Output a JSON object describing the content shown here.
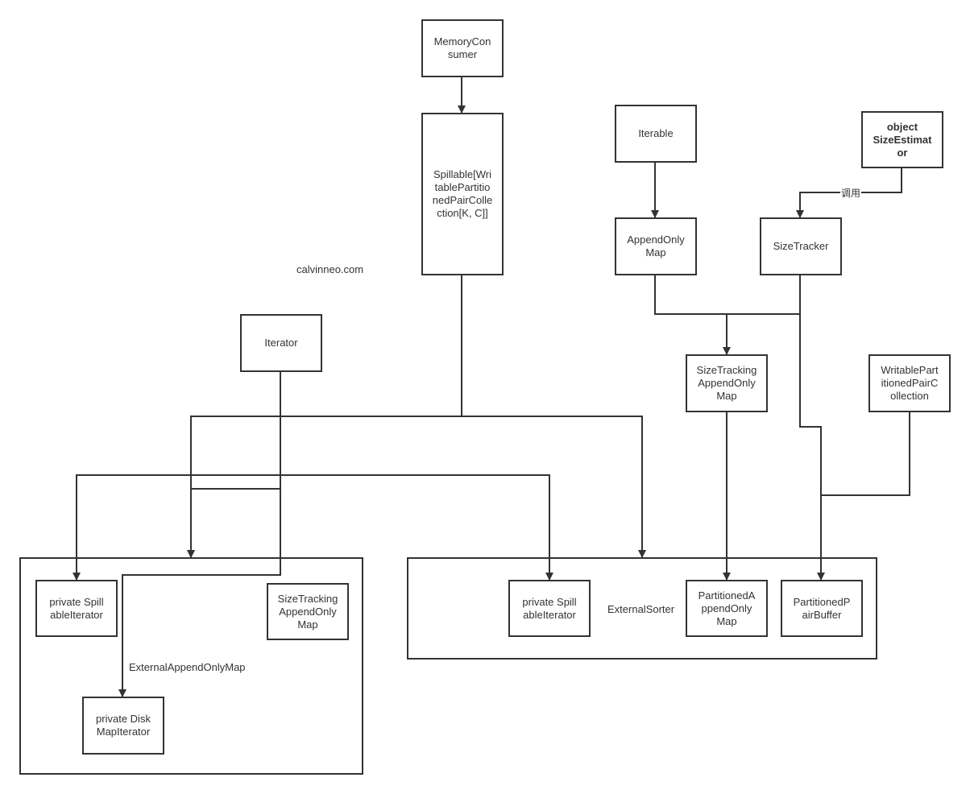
{
  "nodes": {
    "memory_consumer": "MemoryCon\nsumer",
    "spillable": "Spillable[Wri\ntablePartitio\nnedPairColle\nction[K, C]]",
    "iterable": "Iterable",
    "size_estimator": "object\nSizeEstimat\nor",
    "append_only_map": "AppendOnly\nMap",
    "size_tracker": "SizeTracker",
    "iterator": "Iterator",
    "size_tracking_aom_top": "SizeTracking\nAppendOnly\nMap",
    "writable_pc": "WritablePart\nitionedPairC\nollection",
    "private_spillable_left": "private Spill\nableIterator",
    "size_tracking_aom_left": "SizeTracking\nAppendOnly\nMap",
    "private_disk_map_iterator": "private Disk\nMapIterator",
    "private_spillable_right": "private Spill\nableIterator",
    "partitioned_aom": "PartitionedA\nppendOnly\nMap",
    "partitioned_pair_buffer": "PartitionedP\nairBuffer"
  },
  "containers": {
    "external_append_only_map": "ExternalAppendOnlyMap",
    "external_sorter": "ExternalSorter"
  },
  "watermark": "calvinneo.com",
  "edge_labels": {
    "calls": "调用"
  },
  "colors": {
    "stroke": "#333333",
    "background": "#ffffff"
  }
}
